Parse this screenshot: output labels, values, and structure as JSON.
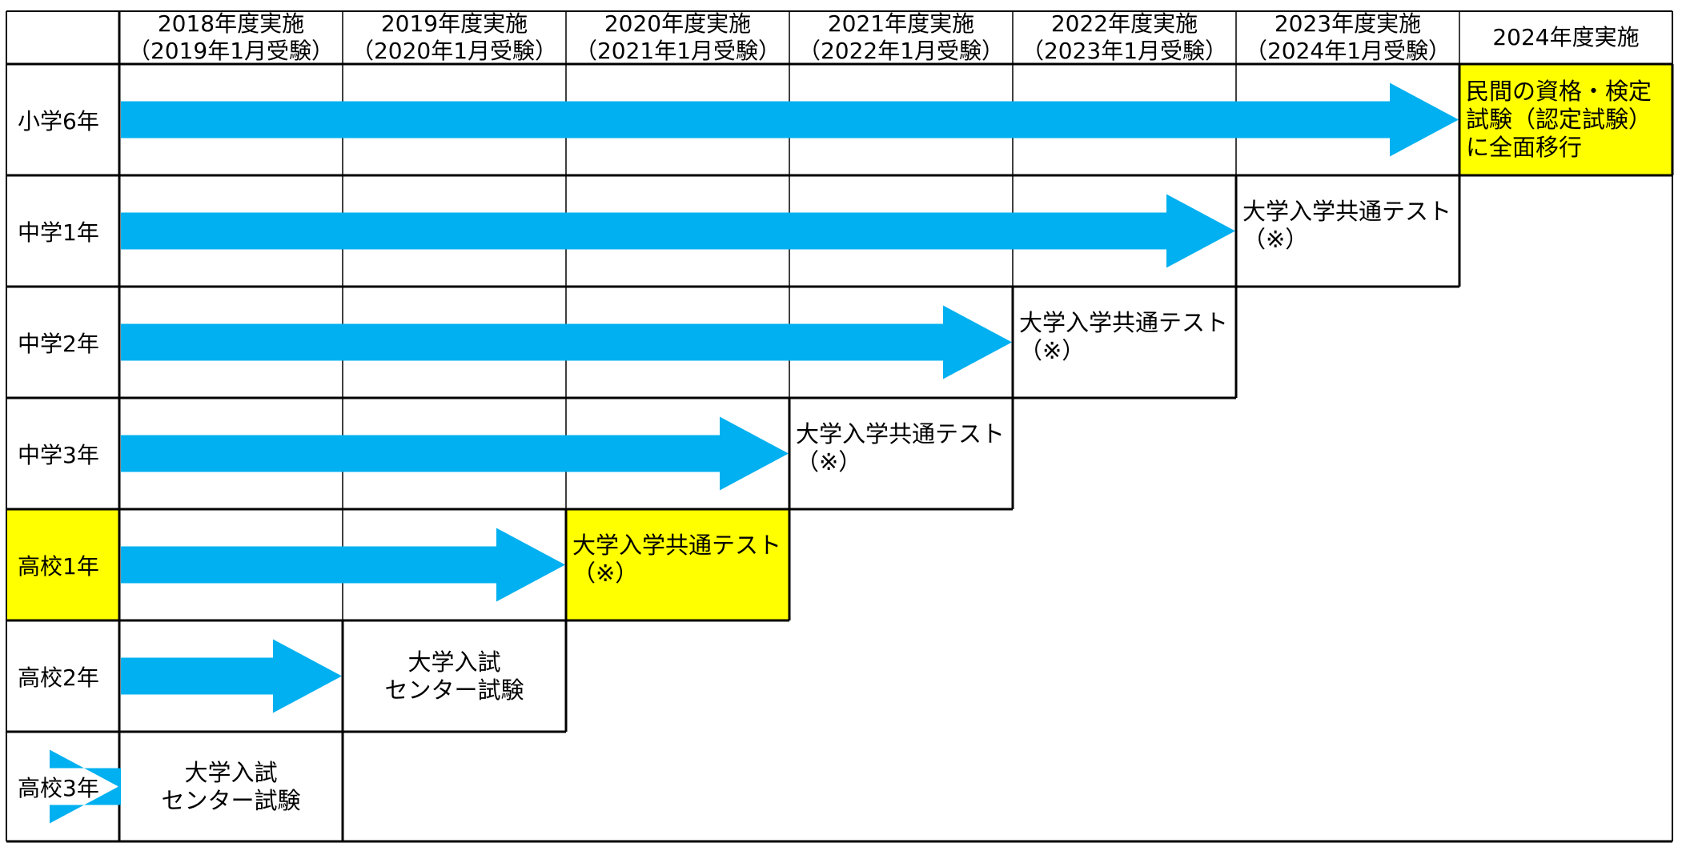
{
  "colors": {
    "arrow": "#00b0f0",
    "highlight": "#ffff00",
    "line": "#000000"
  },
  "columns": [
    {
      "line1": "2018年度実施",
      "line2": "（2019年1月受験）"
    },
    {
      "line1": "2019年度実施",
      "line2": "（2020年1月受験）"
    },
    {
      "line1": "2020年度実施",
      "line2": "（2021年1月受験）"
    },
    {
      "line1": "2021年度実施",
      "line2": "（2022年1月受験）"
    },
    {
      "line1": "2022年度実施",
      "line2": "（2023年1月受験）"
    },
    {
      "line1": "2023年度実施",
      "line2": "（2024年1月受験）"
    },
    {
      "line1": "2024年度実施",
      "line2": ""
    }
  ],
  "rows": [
    {
      "label": "小学6年",
      "label_highlight": false,
      "target_col": 6,
      "target_lines": [
        "民間の資格・検定",
        "試験（認定試験）",
        "に全面移行"
      ],
      "target_highlight": true
    },
    {
      "label": "中学1年",
      "label_highlight": false,
      "target_col": 5,
      "target_lines": [
        "大学入学共通テスト",
        "（※）"
      ],
      "target_highlight": false
    },
    {
      "label": "中学2年",
      "label_highlight": false,
      "target_col": 4,
      "target_lines": [
        "大学入学共通テスト",
        "（※）"
      ],
      "target_highlight": false
    },
    {
      "label": "中学3年",
      "label_highlight": false,
      "target_col": 3,
      "target_lines": [
        "大学入学共通テスト",
        "（※）"
      ],
      "target_highlight": false
    },
    {
      "label": "高校1年",
      "label_highlight": true,
      "target_col": 2,
      "target_lines": [
        "大学入学共通テスト",
        "（※）"
      ],
      "target_highlight": true
    },
    {
      "label": "高校2年",
      "label_highlight": false,
      "target_col": 1,
      "target_lines": [
        "大学入試",
        "センター試験"
      ],
      "target_highlight": false
    },
    {
      "label": "高校3年",
      "label_highlight": false,
      "target_col": 0,
      "target_lines": [
        "大学入試",
        "センター試験"
      ],
      "target_highlight": false
    }
  ]
}
